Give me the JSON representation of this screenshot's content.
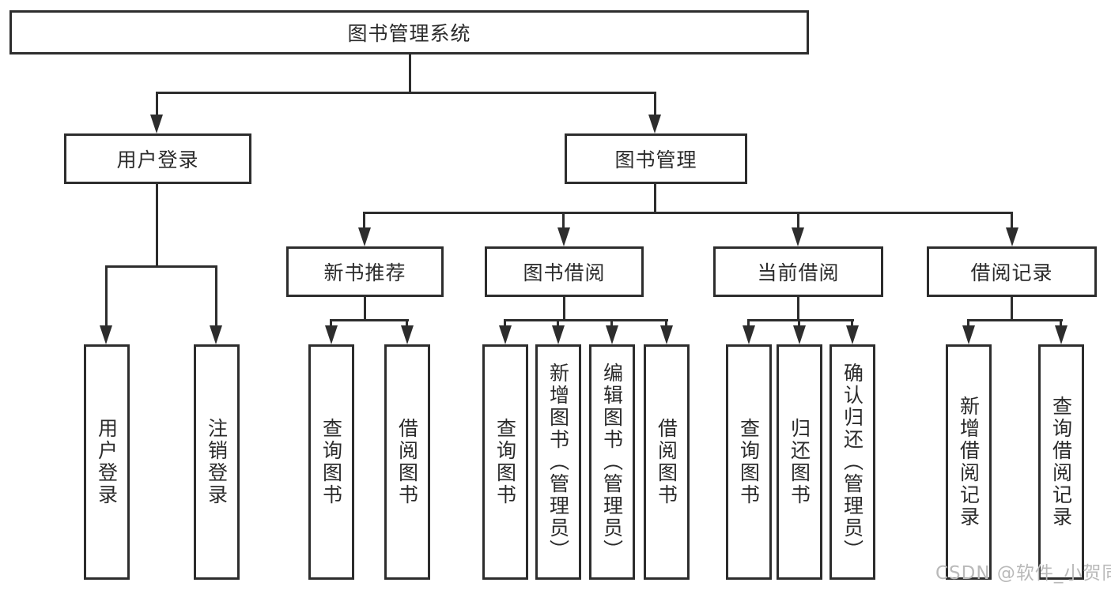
{
  "watermark": {
    "text": "CSDN @软件_小贺同学",
    "color": "#b9b9b9"
  },
  "colors": {
    "line": "#2d2d2d",
    "text": "#2b2b2b",
    "background": "#ffffff"
  },
  "tree": {
    "root": "图书管理系统",
    "branches": [
      {
        "label": "用户登录",
        "children": [
          "用户登录",
          "注销登录"
        ]
      },
      {
        "label": "图书管理",
        "sections": [
          {
            "label": "新书推荐",
            "children": [
              "查询图书",
              "借阅图书"
            ]
          },
          {
            "label": "图书借阅",
            "children": [
              "查询图书",
              "新增图书（管理员）",
              "编辑图书（管理员）",
              "借阅图书"
            ]
          },
          {
            "label": "当前借阅",
            "children": [
              "查询图书",
              "归还图书",
              "确认归还（管理员）"
            ]
          },
          {
            "label": "借阅记录",
            "children": [
              "新增借阅记录",
              "查询借阅记录"
            ]
          }
        ]
      }
    ]
  }
}
